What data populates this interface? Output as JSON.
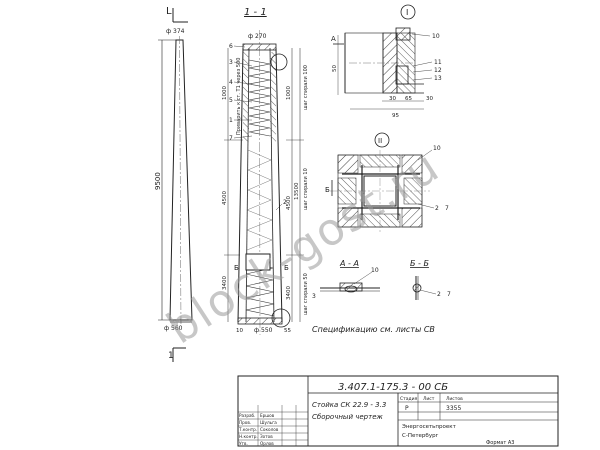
{
  "sections": {
    "sec_1_1": "1 - 1",
    "ext_I": "I",
    "ext_II": "II",
    "sec_AA": "A - A",
    "sec_BB": "Б - Б",
    "mark_A": "A",
    "mark_B": "Б",
    "mark_L": "L",
    "mark_1": "1"
  },
  "elevation": {
    "dim_total": "9500",
    "dim_top": "ф 374",
    "dim_bottom": "ф 560"
  },
  "section": {
    "top_dim": "ф 270",
    "bottom_dim": "ф 550",
    "right_label_top": "шаг спирали 100",
    "right_label_mid": "шаг спирали 10",
    "right_label_bottom": "шаг спирали 50",
    "left_label": "Приварить к ст. Т1 через 500",
    "dims_left": [
      "1000",
      "4500",
      "3400"
    ],
    "dims_right": [
      "1000",
      "13500",
      "4500",
      "3400"
    ],
    "pos": [
      "6",
      "3",
      "4",
      "5",
      "1",
      "7",
      "2"
    ],
    "bottom_small": [
      "10",
      "55"
    ]
  },
  "detail1": {
    "labels": [
      "10",
      "11",
      "12",
      "13"
    ],
    "dims": [
      "50",
      "30",
      "65",
      "95",
      "30"
    ]
  },
  "detail2": {
    "labels": [
      "10",
      "2",
      "7"
    ]
  },
  "detailAA": {
    "labels": [
      "10",
      "3"
    ]
  },
  "detailBB": {
    "labels": [
      "2",
      "7"
    ]
  },
  "note": "Спецификацию см. листы СВ",
  "title_block": {
    "code": "3.407.1-175.3 - 00 СБ",
    "name_line1": "Стойка СК 22.9 - 3.3",
    "name_line2": "Сборочный чертеж",
    "col_stage": "Стадия",
    "col_sheet": "Лист",
    "col_sheets": "Листов",
    "stage": "Р",
    "sheet": "",
    "sheets": "3355",
    "org1": "Энергосетьпроект",
    "org2": "С-Петербург",
    "format": "Формат А3",
    "sign_rows": [
      [
        "Разраб.",
        "Ершов"
      ],
      [
        "Пров.",
        "Шульга"
      ],
      [
        "Т.контр.",
        "Соколов"
      ],
      [
        "Н.контр.",
        "Зотов"
      ],
      [
        "Утв.",
        "Орлов"
      ]
    ]
  },
  "watermark": "block-gost.ru"
}
